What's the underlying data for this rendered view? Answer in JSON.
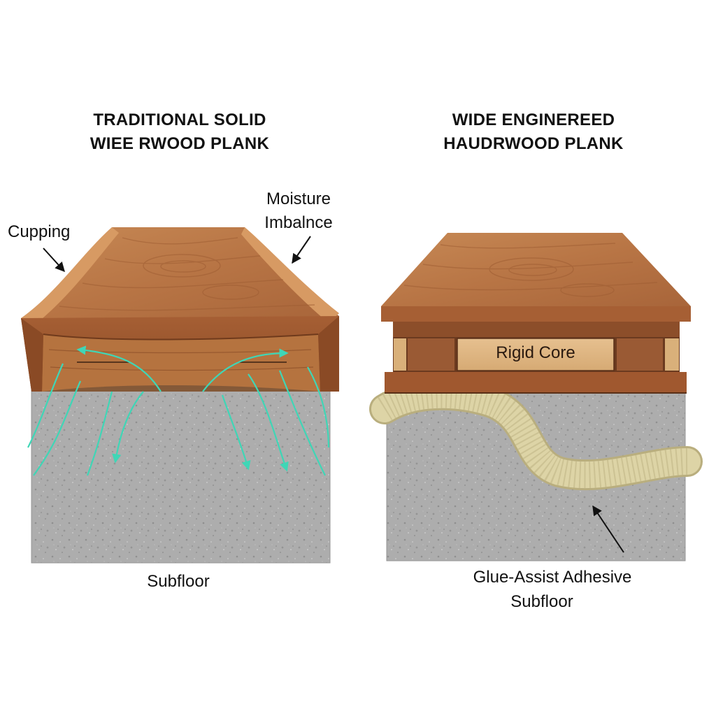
{
  "left": {
    "title_line1": "TRADITIONAL SOLID",
    "title_line2": "WIEE RWOOD PLANK",
    "cupping_label": "Cupping",
    "moisture_line1": "Moisture",
    "moisture_line2": "Imbalnce",
    "subfloor_label": "Subfloor"
  },
  "right": {
    "title_line1": "WIDE ENGINEREED",
    "title_line2": "HAUDRWOOD PLANK",
    "core_label": "Rigid Core",
    "adhesive_label": "Glue-Assist Adhesive",
    "subfloor_label": "Subfloor"
  },
  "colors": {
    "wood_light": "#c98a55",
    "wood_mid": "#b06c3d",
    "wood_dark": "#7a4424",
    "concrete": "#a9a9a9",
    "concrete_dark": "#8c8c8c",
    "moisture_arrow": "#3fd6b6",
    "adhesive": "#ddd4a6"
  }
}
